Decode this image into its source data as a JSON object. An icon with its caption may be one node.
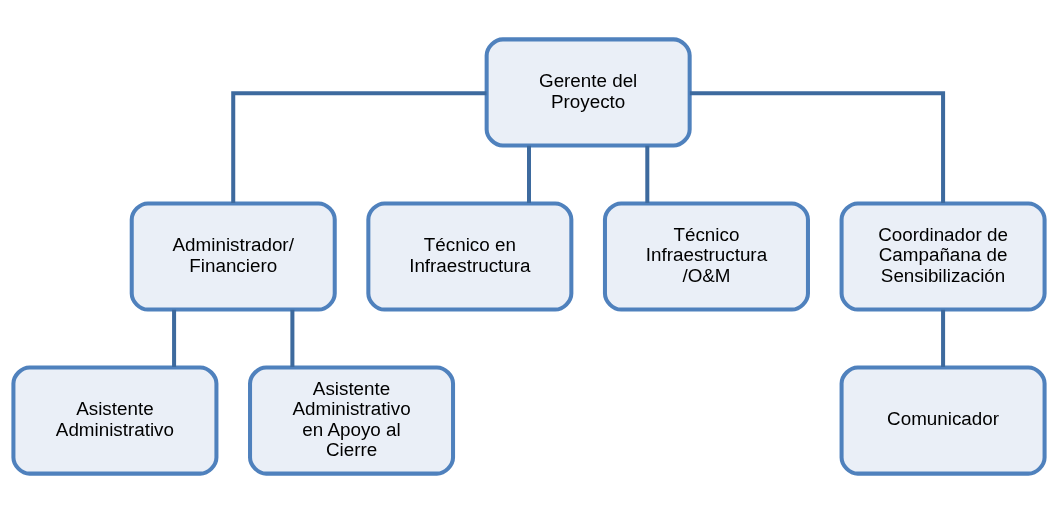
{
  "diagram": {
    "nodes": [
      {
        "text": [
          "Gerente del Proyecto"
        ]
      },
      {
        "text": [
          "Administrador/ Financiero"
        ]
      },
      {
        "text": [
          "Técnico en Infraestructura"
        ]
      },
      {
        "text": [
          "Técnico Infraestructura /O&M"
        ]
      },
      {
        "text": [
          "Coordinador de Campañana de Sensibilización"
        ]
      },
      {
        "text": [
          "Asistente Administrativo"
        ]
      },
      {
        "text": [
          "Asistente Administrativo en Apoyo al Cierre"
        ]
      },
      {
        "text": [
          "Comunicador"
        ]
      }
    ],
    "edges": [
      {
        "from": 0,
        "to": 1,
        "arrow": "none"
      },
      {
        "from": 0,
        "to": 2,
        "arrow": "none"
      },
      {
        "from": 0,
        "to": 3,
        "arrow": "none"
      },
      {
        "from": 0,
        "to": 4,
        "arrow": "none"
      },
      {
        "from": 1,
        "to": 5,
        "arrow": "none"
      },
      {
        "from": 1,
        "to": 6,
        "arrow": "none"
      },
      {
        "from": 4,
        "to": 7,
        "arrow": "none"
      }
    ]
  }
}
